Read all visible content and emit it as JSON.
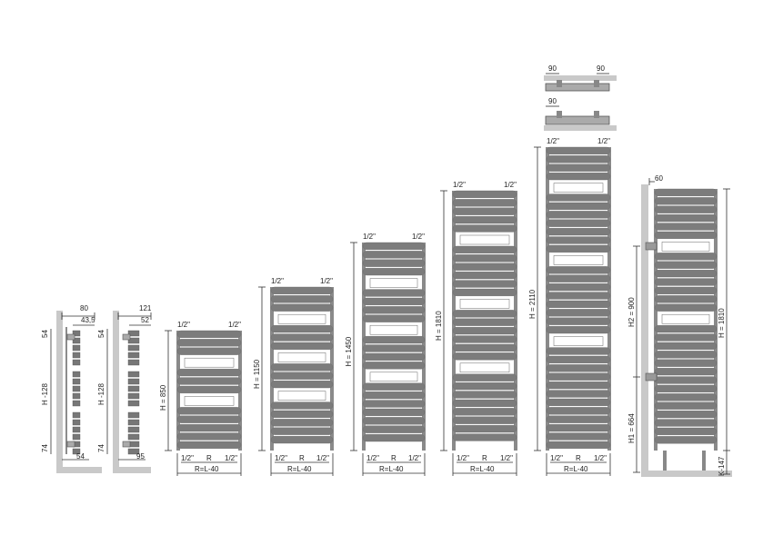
{
  "side_views": [
    {
      "top_offset": "54",
      "height": "H -128",
      "bottom_offset": "74",
      "total_depth": "80",
      "inner_depth": "43,5",
      "base_depth": "54"
    },
    {
      "top_offset": "54",
      "height": "H -128",
      "bottom_offset": "74",
      "total_depth": "121",
      "inner_depth": "52",
      "base_depth": "95"
    }
  ],
  "radiators": [
    {
      "height_label": "H = 850",
      "pipe_left": "1/2\"",
      "pipe_right": "1/2\"",
      "bottom_left": "1/2\"",
      "bottom_mid": "R",
      "bottom_right": "1/2\"",
      "width_label": "R=L-40"
    },
    {
      "height_label": "H = 1150",
      "pipe_left": "1/2\"",
      "pipe_right": "1/2\"",
      "bottom_left": "1/2\"",
      "bottom_mid": "R",
      "bottom_right": "1/2\"",
      "width_label": "R=L-40"
    },
    {
      "height_label": "H = 1450",
      "pipe_left": "1/2\"",
      "pipe_right": "1/2\"",
      "bottom_left": "1/2\"",
      "bottom_mid": "R",
      "bottom_right": "1/2\"",
      "width_label": "R=L-40"
    },
    {
      "height_label": "H = 1810",
      "pipe_left": "1/2\"",
      "pipe_right": "1/2\"",
      "bottom_left": "1/2\"",
      "bottom_mid": "R",
      "bottom_right": "1/2\"",
      "width_label": "R=L-40"
    },
    {
      "height_label": "H = 2110",
      "pipe_left": "1/2\"",
      "pipe_right": "1/2\"",
      "bottom_left": "1/2\"",
      "bottom_mid": "R",
      "bottom_right": "1/2\"",
      "width_label": "R=L-40"
    }
  ],
  "top_views": [
    {
      "left": "90",
      "right": "90"
    },
    {
      "left": "90"
    }
  ],
  "install_view": {
    "wall_offset": "60",
    "h2_label": "H2 = 900",
    "h1_label": "H1 = 664",
    "height_label": "H = 1810",
    "floor_label": "K-147"
  }
}
